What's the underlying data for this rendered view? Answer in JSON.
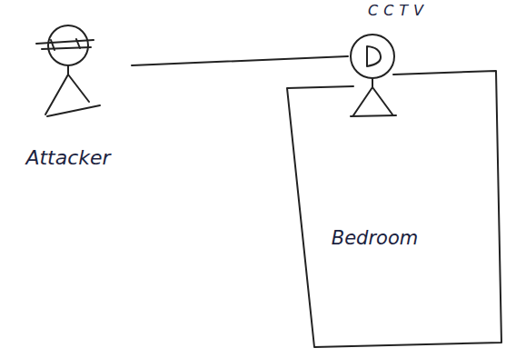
{
  "diagram": {
    "nodes": [
      {
        "text": [
          "Attacker"
        ]
      },
      {
        "text": [
          "CCTV"
        ]
      },
      {
        "text": [
          "Bedroom"
        ]
      }
    ],
    "edges": [
      {
        "from": 0,
        "to": 1,
        "arrow": "none"
      }
    ]
  }
}
